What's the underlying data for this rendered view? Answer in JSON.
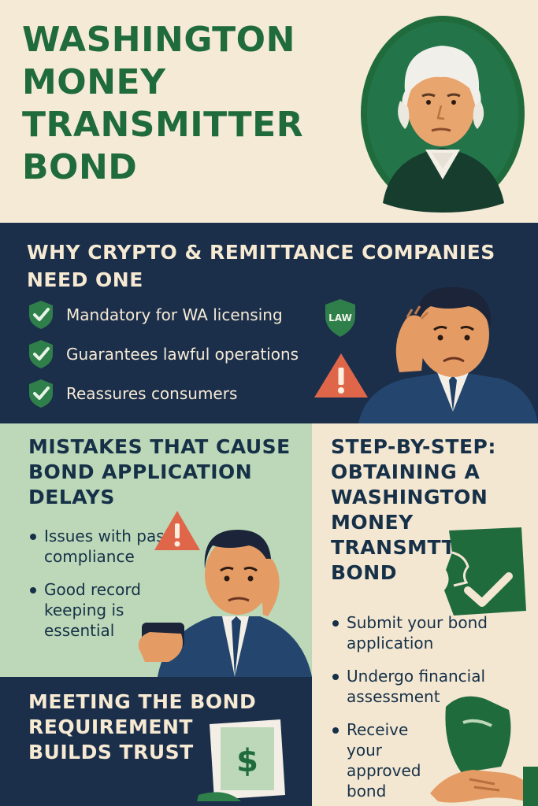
{
  "header": {
    "title": "WASHINGTON MONEY TRANSMITTER BOND"
  },
  "why": {
    "heading": "WHY CRYPTO & REMITTANCE COMPANIES NEED ONE",
    "items": [
      "Mandatory for WA licensing",
      "Guarantees lawful operations",
      "Reassures consumers"
    ],
    "badge_text": "LAW"
  },
  "mistakes": {
    "heading": "MISTAKES THAT CAUSE BOND APPLICATION DELAYS",
    "bullets": [
      "Issues with past compliance",
      "Good record keeping is essential"
    ]
  },
  "steps": {
    "heading": "STEP-BY-STEP: OBTAINING A WASHINGTON MONEY TRANSMTTTER BOND",
    "bullets": [
      "Submit your bond application",
      "Undergo financial assessment",
      "Receive your approved bond"
    ]
  },
  "meeting": {
    "heading": "MEETING THE BOND REQUIREMENT BUILDS TRUST",
    "doc_symbol": "$"
  },
  "colors": {
    "cream": "#f5ead6",
    "navy": "#1c2f4a",
    "green": "#1f6b3c",
    "mint": "#bcd8b8",
    "warning": "#e0664a"
  },
  "icons": [
    "portrait-icon",
    "shield-check-icon",
    "law-badge-icon",
    "warning-icon",
    "washington-map-icon",
    "document-dollar-icon",
    "handshake-icon"
  ]
}
